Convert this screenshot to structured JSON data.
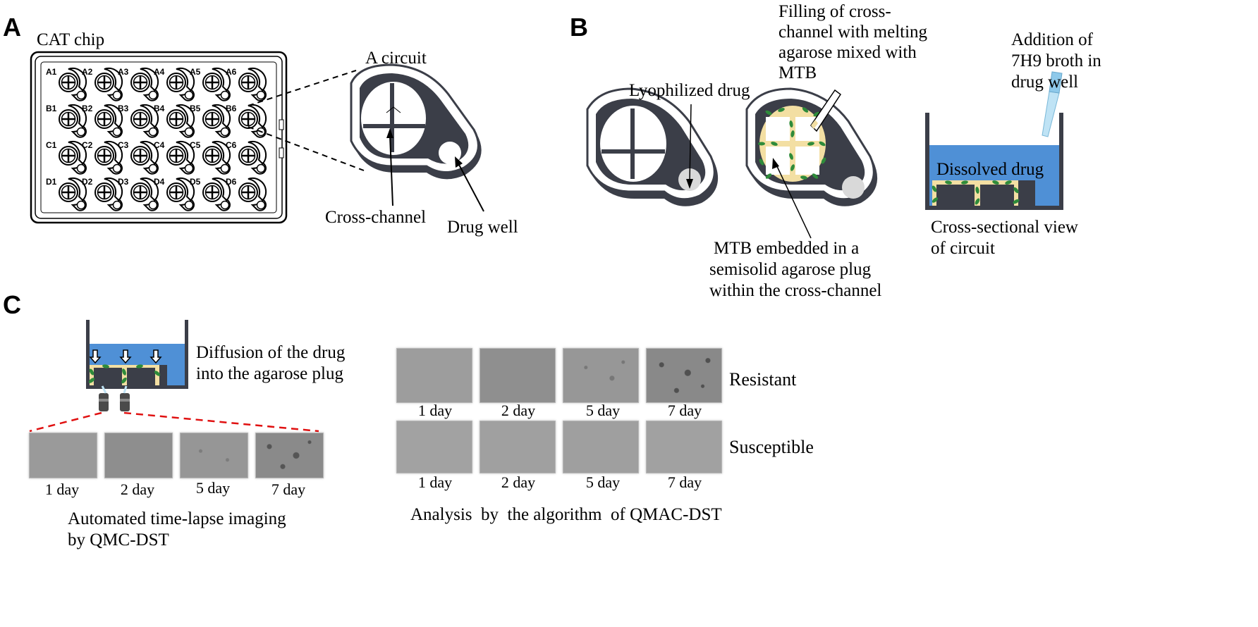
{
  "panels": {
    "a": "A",
    "b": "B",
    "c": "C"
  },
  "panel_a": {
    "chip_title": "CAT chip",
    "rows": [
      "A",
      "B",
      "C",
      "D"
    ],
    "cols": [
      "1",
      "2",
      "3",
      "4",
      "5",
      "6"
    ],
    "circuit_label": "A circuit",
    "cross_channel_label": "Cross-channel",
    "drug_well_label": "Drug well"
  },
  "panel_b": {
    "lyophilized_label": "Lyophilized drug",
    "filling_label": [
      "Filling of cross-",
      "channel with melting",
      "agarose mixed with",
      "MTB"
    ],
    "addition_label": [
      "Addition of",
      "7H9 broth in",
      "drug well"
    ],
    "dissolved_label": "Dissolved drug",
    "embedded_label": [
      "MTB embedded in a",
      "semisolid agarose plug",
      "within the cross-channel"
    ],
    "cross_section_label": [
      "Cross-sectional view",
      "of circuit"
    ]
  },
  "panel_c": {
    "diffusion_label": [
      "Diffusion of the drug",
      "into the agarose plug"
    ],
    "imaging_label": [
      "Automated time-lapse imaging",
      "by QMC-DST"
    ],
    "days": [
      "1 day",
      "2 day",
      "5 day",
      "7 day"
    ],
    "resistant_label": "Resistant",
    "susceptible_label": "Susceptible",
    "analysis_label": "Analysis  by  the algorithm  of QMAC-DST"
  },
  "colors": {
    "wall": "#3b3e48",
    "rim": "#ffffff",
    "medium": "#4f90d6",
    "agarose": "#f3dfa3",
    "bacteria": "#2e8b3a",
    "zoom_line": "#e01010"
  }
}
